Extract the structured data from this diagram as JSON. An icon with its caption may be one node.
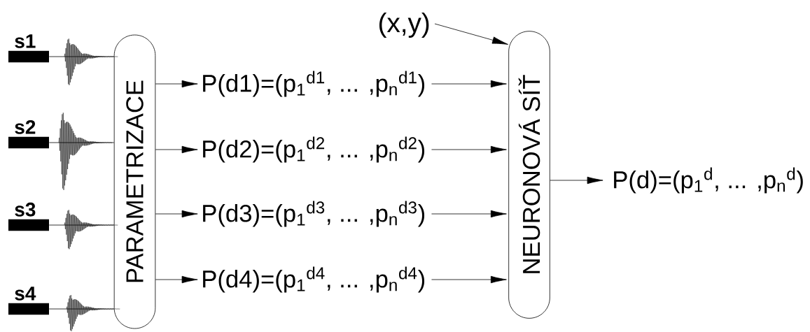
{
  "diagram": {
    "nodes": [
      {
        "text": [
          "s1"
        ]
      },
      {
        "text": [
          "s2"
        ]
      },
      {
        "text": [
          "s3"
        ]
      },
      {
        "text": [
          "s4"
        ]
      },
      {
        "text": [
          "PARAMETRIZACE"
        ]
      },
      {
        "text": [
          "P(d1)=(p$_{1}$$^{d1}$, ... ,p$_{n}$$^{d1}$)"
        ]
      },
      {
        "text": [
          "P(d2)=(p$_{1}$$^{d2}$, ... ,p$_{n}$$^{d2}$)"
        ]
      },
      {
        "text": [
          "P(d3)=(p$_{1}$$^{d3}$, ... ,p$_{n}$$^{d3}$)"
        ]
      },
      {
        "text": [
          "P(d4)=(p$_{1}$$^{d4}$, ... ,p$_{n}$$^{d4}$)"
        ]
      },
      {
        "text": [
          "(x,y)"
        ]
      },
      {
        "text": [
          "NEURONOVÁ SÍŤ"
        ]
      },
      {
        "text": [
          "P(d)=(p$_{1}$$^{d}$, ... ,p$_{n}$$^{d}$)"
        ]
      }
    ],
    "edges": [
      {
        "from": 0,
        "to": 4,
        "arrow": "none"
      },
      {
        "from": 1,
        "to": 4,
        "arrow": "none"
      },
      {
        "from": 2,
        "to": 4,
        "arrow": "none"
      },
      {
        "from": 3,
        "to": 4,
        "arrow": "none"
      },
      {
        "from": 4,
        "to": 5,
        "arrow": "to"
      },
      {
        "from": 4,
        "to": 6,
        "arrow": "to"
      },
      {
        "from": 4,
        "to": 7,
        "arrow": "to"
      },
      {
        "from": 4,
        "to": 8,
        "arrow": "to"
      },
      {
        "from": 9,
        "to": 10,
        "arrow": "to"
      },
      {
        "from": 5,
        "to": 10,
        "arrow": "to"
      },
      {
        "from": 6,
        "to": 10,
        "arrow": "to"
      },
      {
        "from": 7,
        "to": 10,
        "arrow": "to"
      },
      {
        "from": 8,
        "to": 10,
        "arrow": "to"
      },
      {
        "from": 10,
        "to": 11,
        "arrow": "to"
      }
    ]
  }
}
